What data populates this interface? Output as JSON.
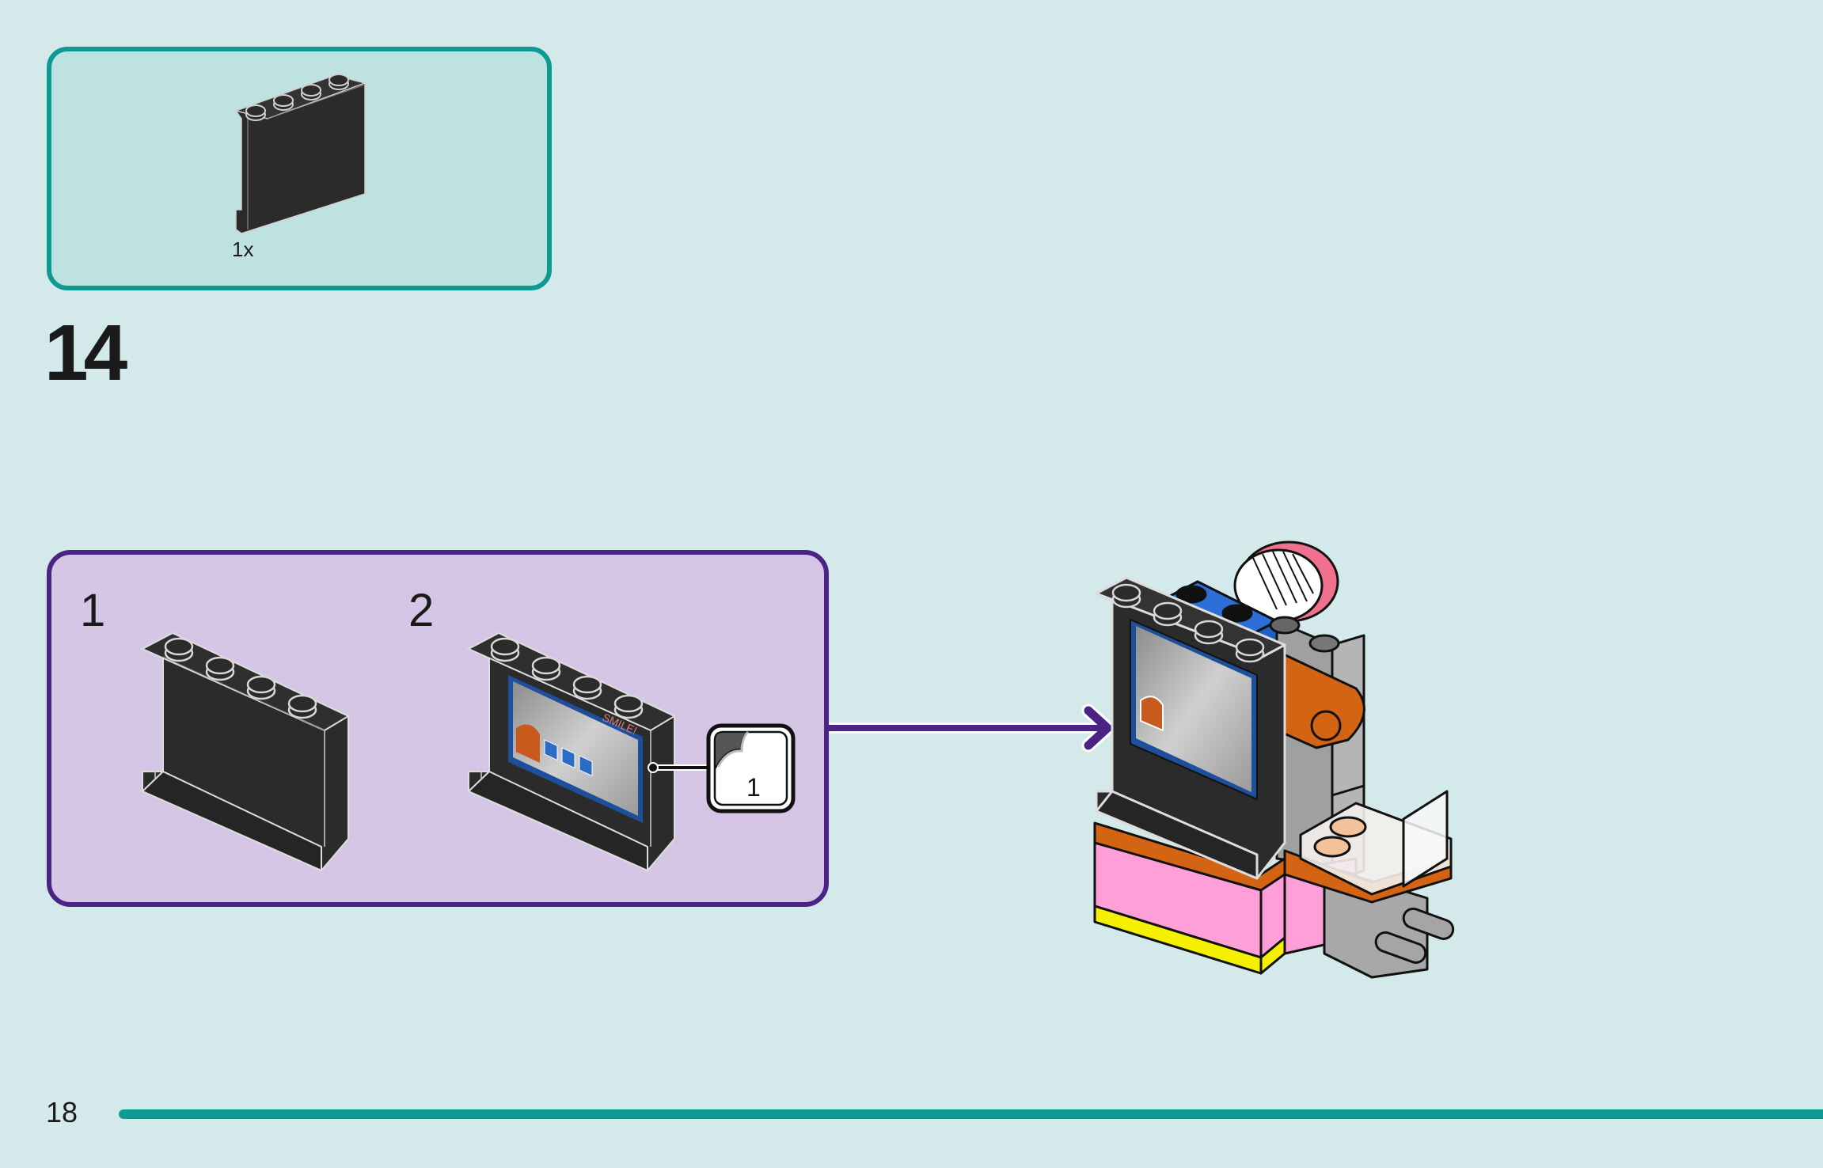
{
  "page": {
    "page_number": "18",
    "progress_fraction": 1.0
  },
  "colors": {
    "background": "#d4e9ea",
    "parts_box_border": "#0e9a92",
    "parts_box_fill": "#bde2df",
    "substep_box_border": "#4b2385",
    "substep_box_fill": "#d4c6e4",
    "arrow": "#4b2385",
    "progress_bar": "#0e9a92"
  },
  "parts_list": {
    "items": [
      {
        "part": "black-1x4x3-panel-icon",
        "quantity": "1x"
      }
    ]
  },
  "step": {
    "number": "14"
  },
  "substeps": [
    {
      "number": "1",
      "illustration": "black-panel-icon"
    },
    {
      "number": "2",
      "illustration": "black-panel-with-sticker-icon",
      "sticker_number": "1",
      "sticker_text": "SMILE!"
    }
  ],
  "model": {
    "illustration": "photo-booth-assembly-icon"
  }
}
